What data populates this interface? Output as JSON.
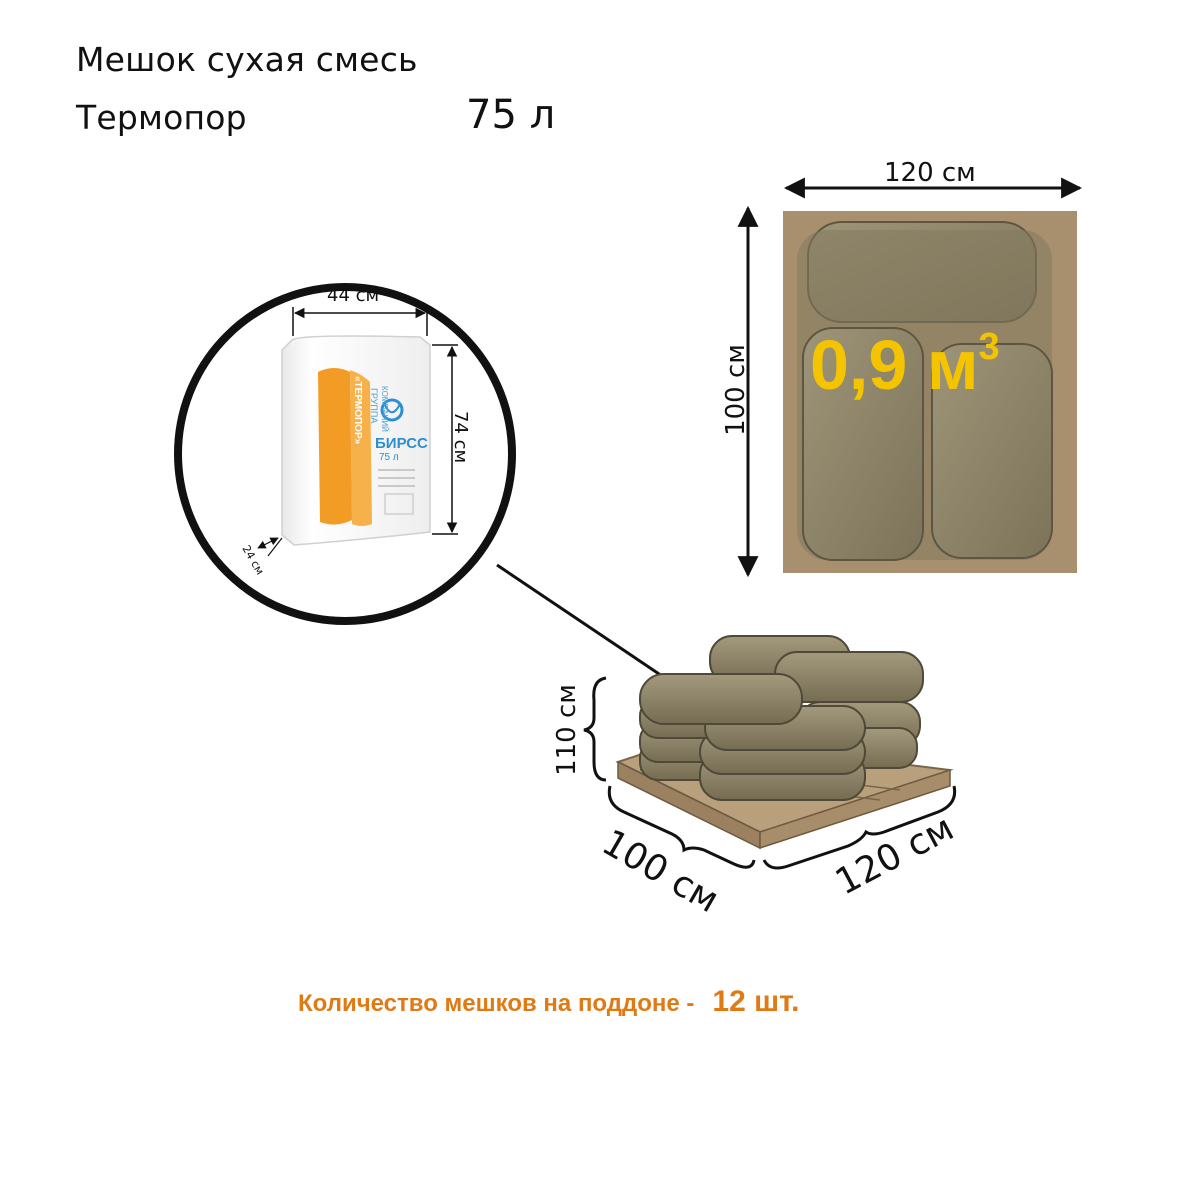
{
  "header": {
    "title_line1": "Мешок сухая смесь",
    "title_line2": "Термопор",
    "volume": "75 л"
  },
  "bag_closeup": {
    "width_label": "44 см",
    "height_label": "74 см",
    "depth_label": "24 см",
    "product_label": "«ТЕРМОПОР»",
    "brand_line1": "ГРУППА",
    "brand_line2": "КОМПАНИЙ",
    "brand_name": "БИРСС",
    "bag_volume": "75 л"
  },
  "pallet_top_view": {
    "width_label": "120 см",
    "height_label": "100 см",
    "volume_value": "0,9 м",
    "volume_exponent": "3"
  },
  "pallet_3d_view": {
    "height_label": "110 см",
    "depth_label": "100 см",
    "width_label": "120 см"
  },
  "summary": {
    "count_label": "Количество мешков на поддоне -",
    "count_value": "12 шт."
  },
  "colors": {
    "accent_orange": "#e07a14",
    "volume_yellow": "#f4c400",
    "bag_khaki": "#8e8468",
    "brand_blue": "#2b8fd0"
  }
}
